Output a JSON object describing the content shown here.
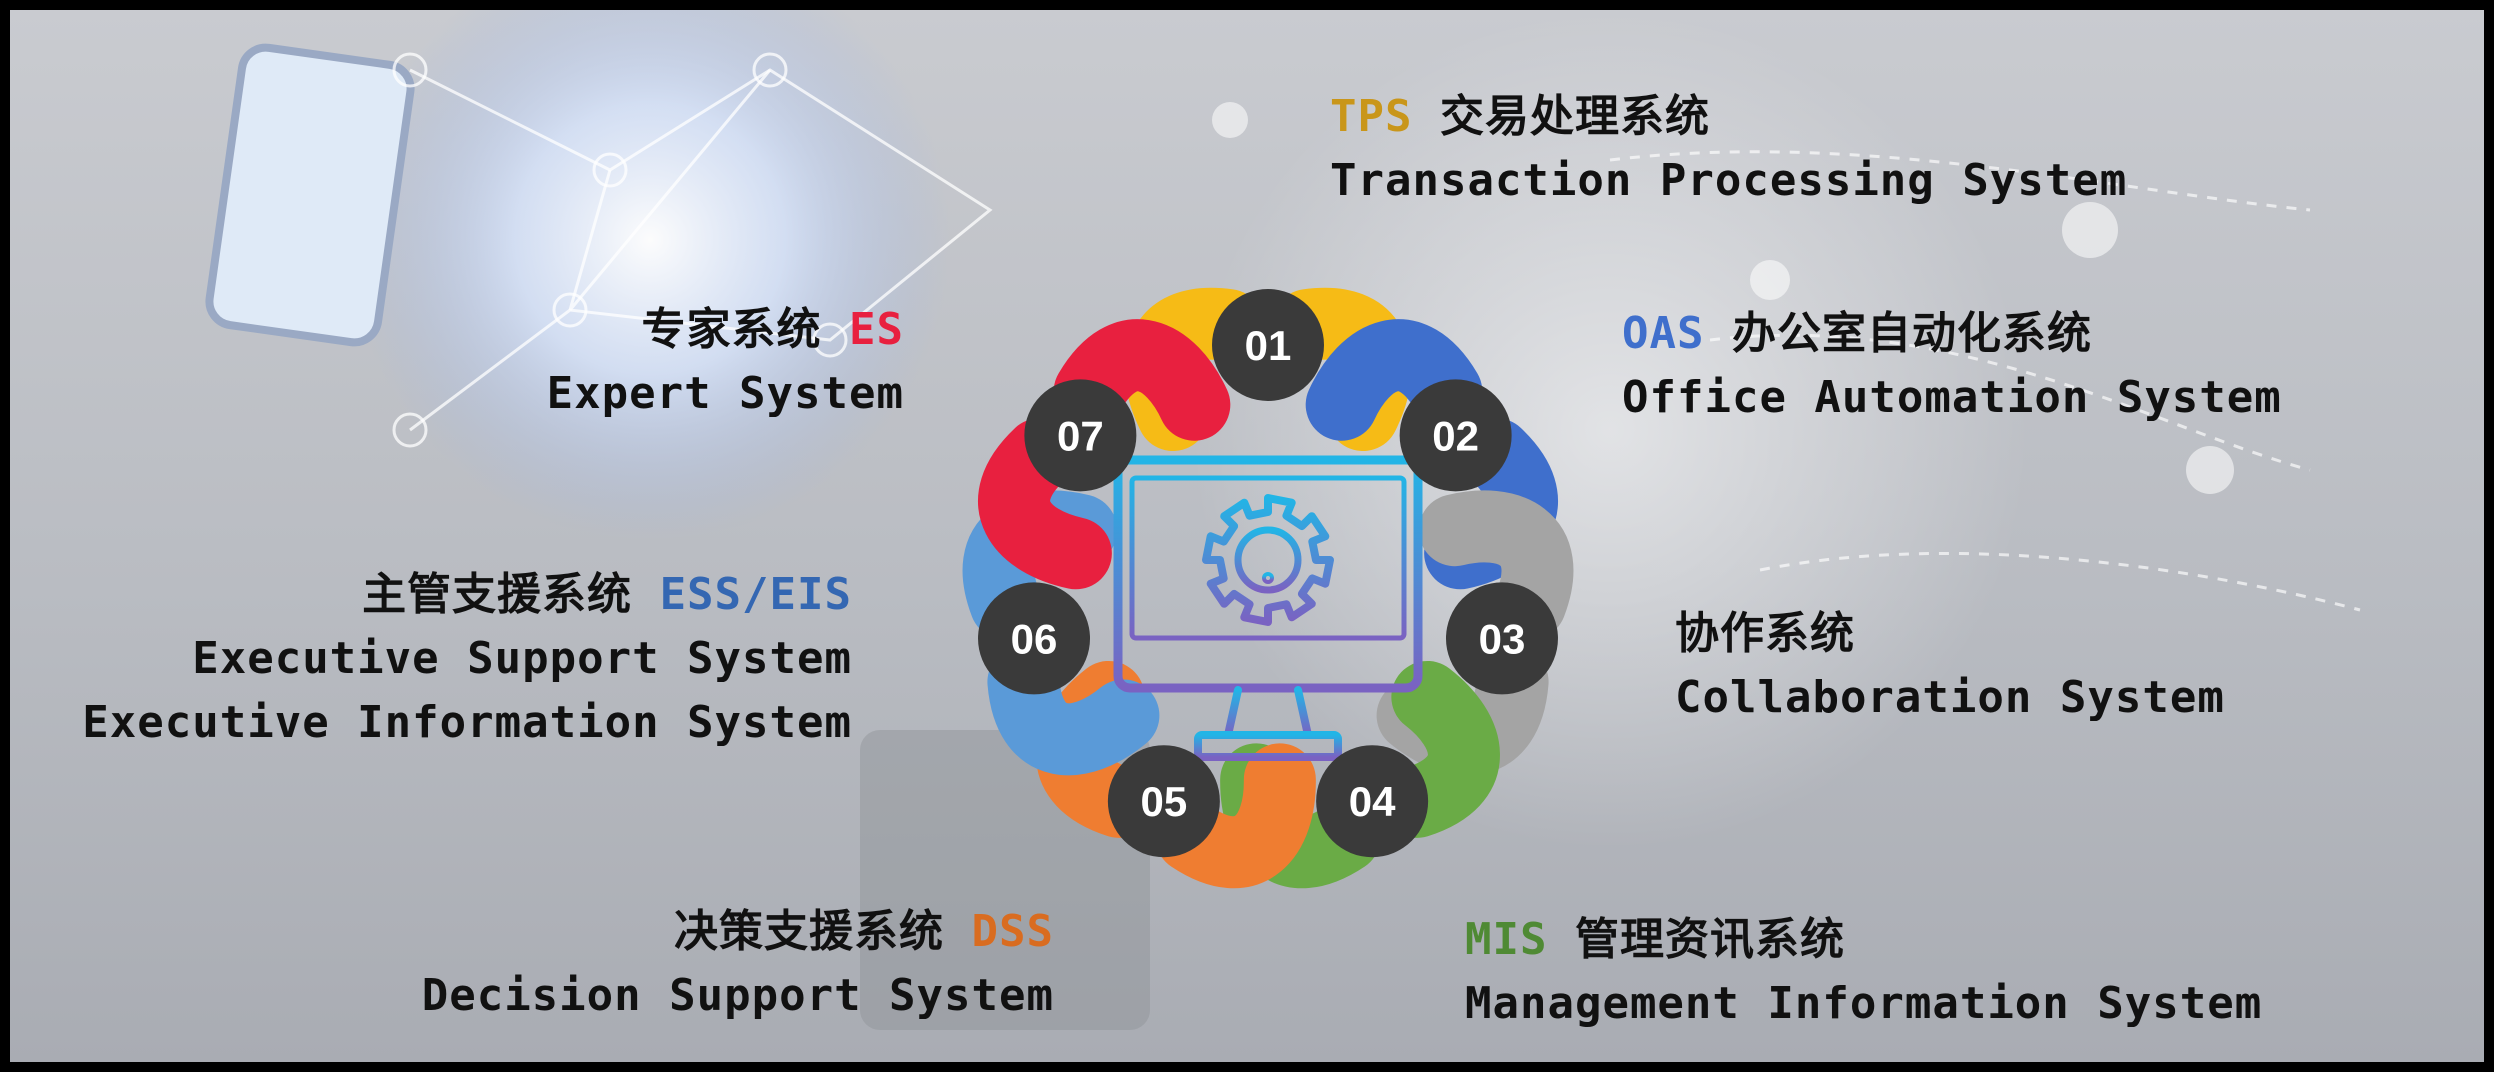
{
  "items": [
    {
      "number": "01",
      "code": "TPS",
      "chinese": "交易处理系统",
      "english": [
        "Transaction Processing System"
      ],
      "color": "#f6bb16",
      "code_color": "#c9961a",
      "code_first": true
    },
    {
      "number": "02",
      "code": "OAS",
      "chinese": "办公室自动化系统",
      "english": [
        "Office Automation System"
      ],
      "color": "#3f6fcc",
      "code_color": "#3f6fcc",
      "code_first": true
    },
    {
      "number": "03",
      "code": "",
      "chinese": "协作系统",
      "english": [
        "Collaboration System"
      ],
      "color": "#a4a4a4",
      "code_color": "#a4a4a4",
      "code_first": true
    },
    {
      "number": "04",
      "code": "MIS",
      "chinese": "管理资讯系统",
      "english": [
        "Management Information System"
      ],
      "color": "#6aab46",
      "code_color": "#4f8a34",
      "code_first": true
    },
    {
      "number": "05",
      "code": "DSS",
      "chinese": "决策支援系统",
      "english": [
        "Decision Support System"
      ],
      "color": "#ef7d31",
      "code_color": "#d96c20",
      "code_first": false
    },
    {
      "number": "06",
      "code": "ESS/EIS",
      "chinese": "主管支援系统",
      "english": [
        "Executive Support System",
        "Executive Information System"
      ],
      "color": "#5a9ad8",
      "code_color": "#3467b2",
      "code_first": false
    },
    {
      "number": "07",
      "code": "ES",
      "chinese": "专家系统",
      "english": [
        "Expert System"
      ],
      "color": "#e8203f",
      "code_color": "#e8203f",
      "code_first": false
    }
  ],
  "center_icon": "monitor-gear-alert-icon",
  "number_circle_color": "#3a3a3a",
  "icon_colors": {
    "top": "#22b5e6",
    "bottom": "#7a62c2"
  }
}
